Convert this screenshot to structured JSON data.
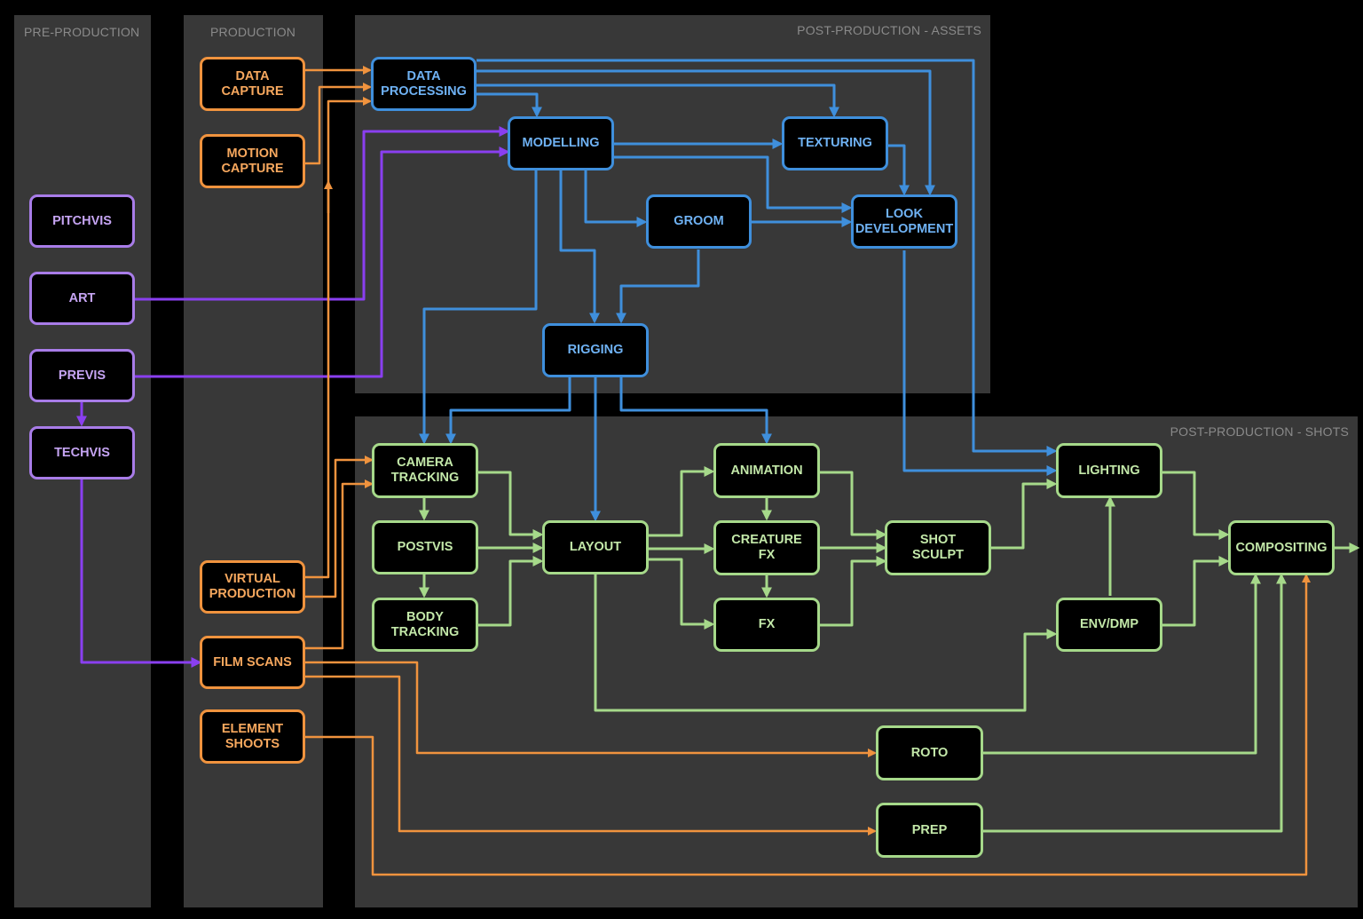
{
  "panels": {
    "pre_production": "PRE-PRODUCTION",
    "production": "PRODUCTION",
    "post_assets": "POST-PRODUCTION - ASSETS",
    "post_shots": "POST-PRODUCTION - SHOTS"
  },
  "colors": {
    "pre_production": "#a87ce8",
    "production": "#f0933e",
    "assets": "#3f8fdc",
    "shots": "#a6d98a",
    "panel_bg": "#383838",
    "background": "#000000"
  },
  "nodes": {
    "pitchvis": "PITCHVIS",
    "art": "ART",
    "previs": "PREVIS",
    "techvis": "TECHVIS",
    "data_capture": "DATA\nCAPTURE",
    "motion_capture": "MOTION\nCAPTURE",
    "virtual_production": "VIRTUAL\nPRODUCTION",
    "film_scans": "FILM SCANS",
    "element_shoots": "ELEMENT\nSHOOTS",
    "data_processing": "DATA\nPROCESSING",
    "modelling": "MODELLING",
    "texturing": "TEXTURING",
    "groom": "GROOM",
    "look_development": "LOOK\nDEVELOPMENT",
    "rigging": "RIGGING",
    "camera_tracking": "CAMERA\nTRACKING",
    "postvis": "POSTVIS",
    "body_tracking": "BODY\nTRACKING",
    "layout": "LAYOUT",
    "animation": "ANIMATION",
    "creature_fx": "CREATURE\nFX",
    "fx": "FX",
    "shot_sculpt": "SHOT\nSCULPT",
    "lighting": "LIGHTING",
    "env_dmp": "ENV/DMP",
    "compositing": "COMPOSITING",
    "roto": "ROTO",
    "prep": "PREP"
  }
}
